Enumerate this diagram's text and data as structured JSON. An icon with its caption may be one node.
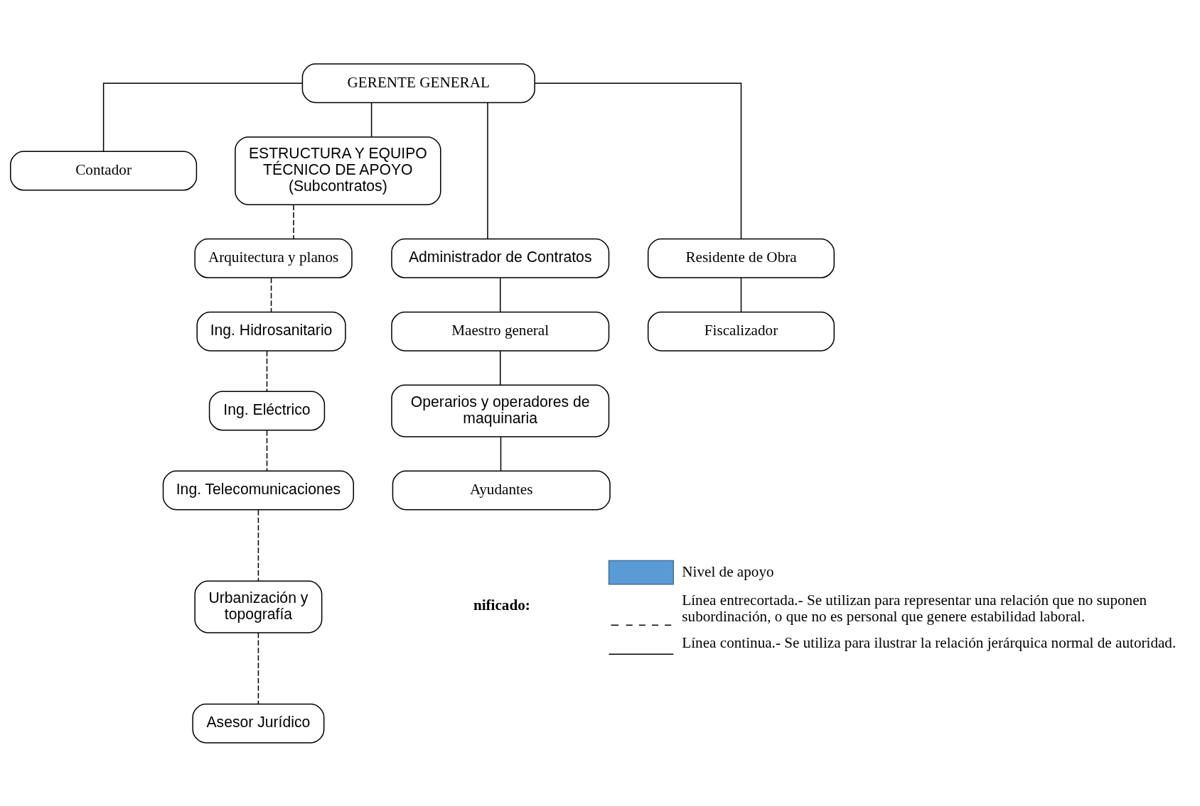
{
  "diagram": {
    "nodes": [
      {
        "text": [
          "GERENTE GENERAL"
        ]
      },
      {
        "text": [
          "Contador"
        ]
      },
      {
        "text": [
          "ESTRUCTURA Y EQUIPO TÉCNICO DE APOYO (Subcontratos)"
        ]
      },
      {
        "text": [
          "Administrador de Contratos"
        ]
      },
      {
        "text": [
          "Residente de Obra"
        ]
      },
      {
        "text": [
          "Maestro general"
        ]
      },
      {
        "text": [
          "Fiscalizador"
        ]
      },
      {
        "text": [
          "Operarios y operadores de maquinaria"
        ]
      },
      {
        "text": [
          "Ayudantes"
        ]
      },
      {
        "text": [
          "Arquitectura y planos"
        ]
      },
      {
        "text": [
          "Ing. Hidrosanitario"
        ]
      },
      {
        "text": [
          "Ing. Eléctrico"
        ]
      },
      {
        "text": [
          "Ing. Telecomunicaciones"
        ]
      },
      {
        "text": [
          "Urbanización y topografía"
        ]
      },
      {
        "text": [
          "Asesor Jurídico"
        ]
      }
    ],
    "edges": [
      {
        "from": 0,
        "to": 1,
        "arrow": "none"
      },
      {
        "from": 0,
        "to": 2,
        "arrow": "none"
      },
      {
        "from": 0,
        "to": 3,
        "arrow": "none"
      },
      {
        "from": 0,
        "to": 4,
        "arrow": "none"
      },
      {
        "from": 3,
        "to": 5,
        "arrow": "none"
      },
      {
        "from": 5,
        "to": 7,
        "arrow": "none"
      },
      {
        "from": 7,
        "to": 8,
        "arrow": "none"
      },
      {
        "from": 4,
        "to": 6,
        "arrow": "none"
      },
      {
        "from": 2,
        "to": 9,
        "arrow": "none",
        "style": "dashed"
      },
      {
        "from": 9,
        "to": 10,
        "arrow": "none",
        "style": "dashed"
      },
      {
        "from": 10,
        "to": 11,
        "arrow": "none",
        "style": "dashed"
      },
      {
        "from": 11,
        "to": 12,
        "arrow": "none",
        "style": "dashed"
      },
      {
        "from": 12,
        "to": 13,
        "arrow": "none",
        "style": "dashed"
      },
      {
        "from": 13,
        "to": 14,
        "arrow": "none",
        "style": "dashed"
      }
    ],
    "labels": [
      "nificado:"
    ],
    "legend": [
      {
        "text": "Nivel de apoyo",
        "color": "#5b9bd5"
      },
      {
        "text": "Línea entrecortada.- Se utilizan para representar una relación que no suponen subordinación, o que no es personal que genere estabilidad laboral."
      },
      {
        "text": "Línea continua.- Se utiliza para ilustrar la relación jerárquica normal de autoridad."
      }
    ]
  }
}
